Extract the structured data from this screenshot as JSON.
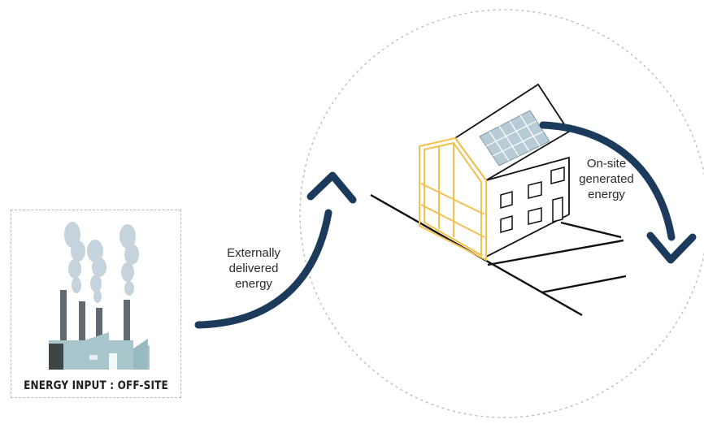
{
  "diagram": {
    "external_label": "Externally\ndelivered\nenergy",
    "onsite_label": "On-site\ngenerated\nenergy",
    "offsite_caption": "ENERGY INPUT : OFF-SITE"
  },
  "colors": {
    "arrow": "#1b3a5c",
    "frame": "#f2c14e",
    "factory": "#a9c6cc",
    "smoke": "#c5d3dc",
    "panel": "#b8ccd8",
    "outline": "#111111",
    "dashed": "#bdbdbd"
  }
}
